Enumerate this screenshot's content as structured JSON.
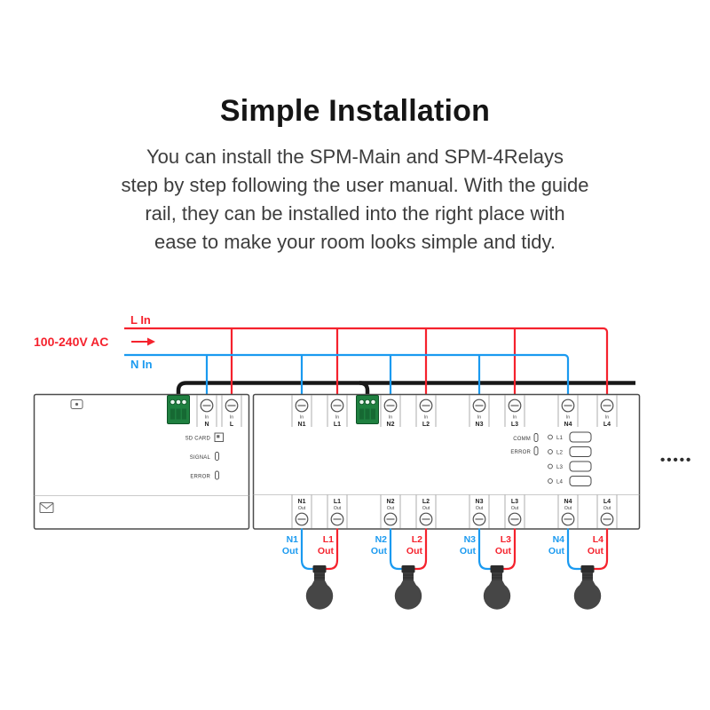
{
  "header": {
    "title": "Simple Installation",
    "description_lines": [
      "You can install the SPM-Main and SPM-4Relays",
      "step by step following the user manual. With the guide",
      "rail, they can be installed into the right place with",
      "ease to make your room looks simple and tidy."
    ]
  },
  "colors": {
    "live_red": "#f5222d",
    "neutral_blue": "#1a9af0",
    "cable_black": "#181818",
    "connector_green": "#1f8040",
    "bulb_gray": "#464646"
  },
  "supply": {
    "l_in": "L In",
    "n_in": "N In",
    "voltage": "100-240V AC"
  },
  "spm_main": {
    "top_terminals": [
      {
        "caption": "In",
        "name": "N"
      },
      {
        "caption": "In",
        "name": "L"
      }
    ],
    "indicators": [
      {
        "label": "SD CARD"
      },
      {
        "label": "SIGNAL"
      },
      {
        "label": "ERROR"
      }
    ]
  },
  "spm_relays": {
    "top_terminals": [
      {
        "caption": "In",
        "name": "N1"
      },
      {
        "caption": "In",
        "name": "L1"
      },
      {
        "caption": "In",
        "name": "N2"
      },
      {
        "caption": "In",
        "name": "L2"
      },
      {
        "caption": "In",
        "name": "N3"
      },
      {
        "caption": "In",
        "name": "L3"
      },
      {
        "caption": "In",
        "name": "N4"
      },
      {
        "caption": "In",
        "name": "L4"
      }
    ],
    "status_indicators": [
      {
        "label": "COMM"
      },
      {
        "label": "ERROR"
      }
    ],
    "channels": [
      {
        "label": "L1"
      },
      {
        "label": "L2"
      },
      {
        "label": "L3"
      },
      {
        "label": "L4"
      }
    ],
    "bottom_terminals": [
      {
        "name": "N1",
        "caption": "Out"
      },
      {
        "name": "L1",
        "caption": "Out"
      },
      {
        "name": "N2",
        "caption": "Out"
      },
      {
        "name": "L2",
        "caption": "Out"
      },
      {
        "name": "N3",
        "caption": "Out"
      },
      {
        "name": "L3",
        "caption": "Out"
      },
      {
        "name": "N4",
        "caption": "Out"
      },
      {
        "name": "L4",
        "caption": "Out"
      }
    ]
  },
  "outputs": [
    {
      "n_name": "N1",
      "n_caption": "Out",
      "l_name": "L1",
      "l_caption": "Out"
    },
    {
      "n_name": "N2",
      "n_caption": "Out",
      "l_name": "L2",
      "l_caption": "Out"
    },
    {
      "n_name": "N3",
      "n_caption": "Out",
      "l_name": "L3",
      "l_caption": "Out"
    },
    {
      "n_name": "N4",
      "n_caption": "Out",
      "l_name": "L4",
      "l_caption": "Out"
    }
  ],
  "continuation_dots": "•••••"
}
